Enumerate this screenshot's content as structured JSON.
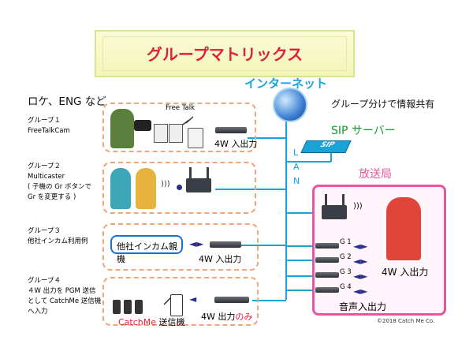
{
  "title": "グループマトリックス",
  "internet_label": "インターネット",
  "info_share_label": "グループ分けで情報共有",
  "location_label": "ロケ、ENG など",
  "sip_server_label": "SIP サーバー",
  "sip_badge": "SIP",
  "lan_letters": [
    "L",
    "A",
    "N"
  ],
  "broadcast_station_label": "放送局",
  "groups": [
    {
      "name": "グループ１",
      "desc": [
        "FreeTalkCam"
      ],
      "output": "4W 入出力",
      "device_label": "Free Talk"
    },
    {
      "name": "グループ２",
      "desc": [
        "Multicaster",
        "( 子機の Gr ボタンで",
        "Gr を変更する )"
      ]
    },
    {
      "name": "グループ３",
      "desc": [
        "他社インカム利用例"
      ],
      "output": "4W 入出力",
      "box_label": "他社インカム親機"
    },
    {
      "name": "グループ４",
      "desc": [
        "４W 出力を PGM 送信",
        "として CatchMe 送信機",
        "へ入力"
      ],
      "output_prefix": "4W 出力",
      "output_suffix": "のみ",
      "device_label_brand": "CatchMe",
      "device_label_rest": " 送信機"
    }
  ],
  "ports": [
    "G 1",
    "G 2",
    "G 3",
    "G 4"
  ],
  "studio_io": "4W 入出力",
  "audio_io": "音声入出力",
  "copyright": "©2018 Catch Me Co.",
  "colors": {
    "title": "#e0203a",
    "accent_blue": "#1aa3d8",
    "sip_green": "#1a9a2e",
    "station_pink": "#e3579e",
    "group_border": "#f0a57a",
    "catchme_red": "#e0203a"
  }
}
